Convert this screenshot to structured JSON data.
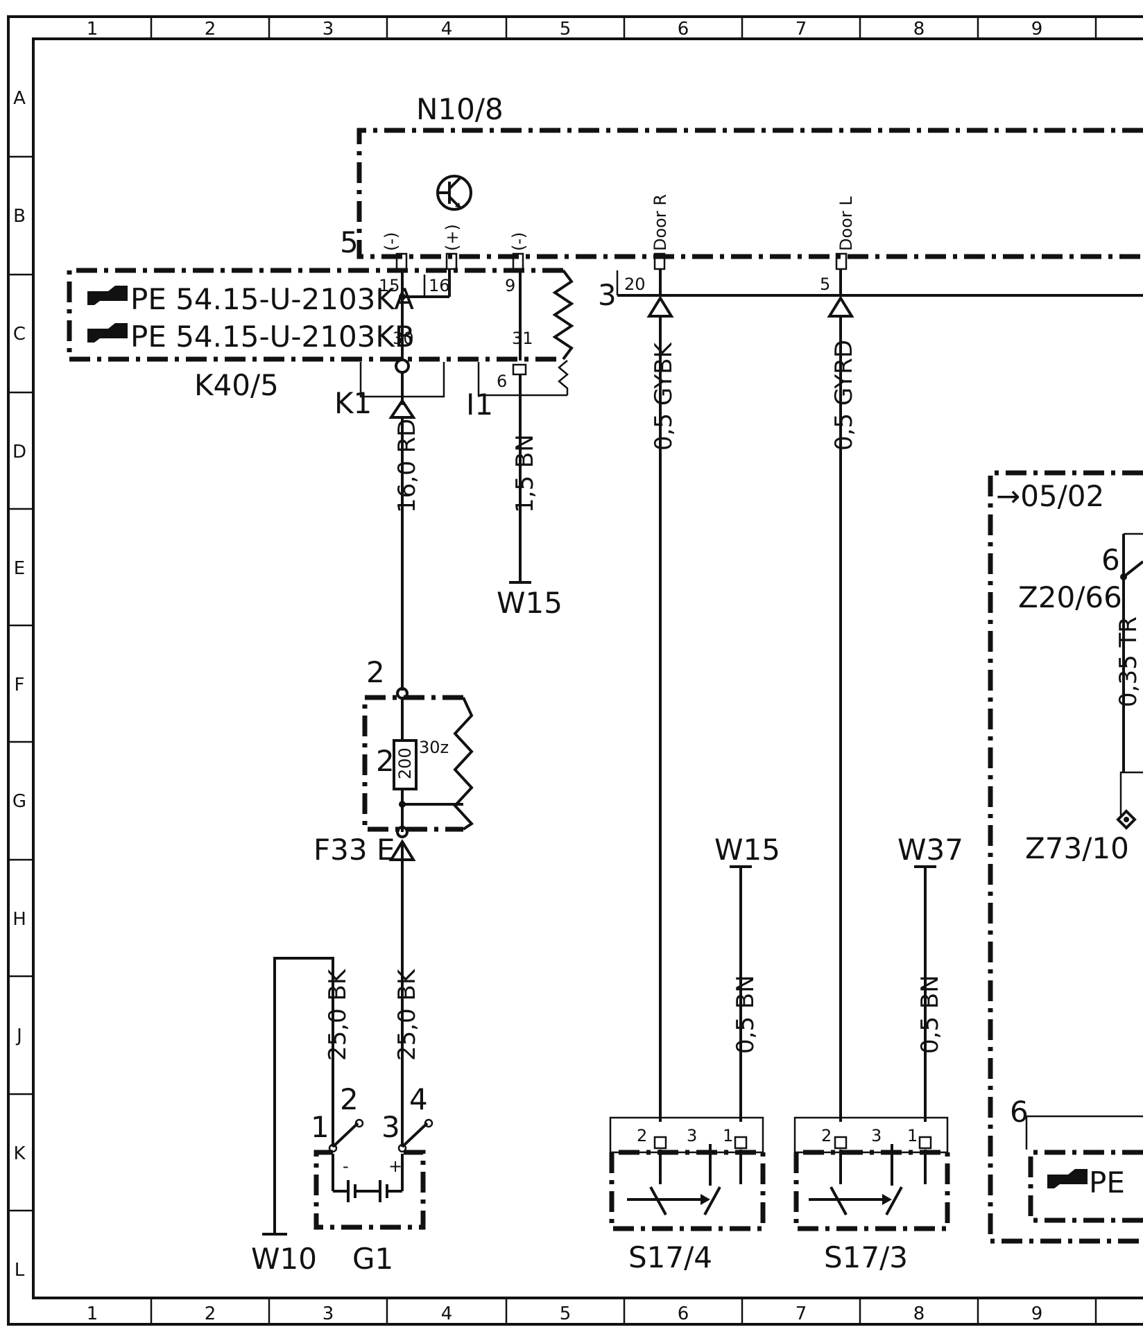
{
  "grid": {
    "columns": [
      "1",
      "2",
      "3",
      "4",
      "5",
      "6",
      "7",
      "8",
      "9"
    ],
    "rows": [
      "A",
      "B",
      "C",
      "D",
      "E",
      "F",
      "G",
      "H",
      "J",
      "K",
      "L"
    ]
  },
  "components": {
    "n10_8": "N10/8",
    "k40_5": "K40/5",
    "pe_a": "PE 54.15-U-2103KA",
    "pe_b": "PE 54.15-U-2103KB",
    "pe_c": "PE",
    "k1": "K1",
    "i1": "I1",
    "w15_top": "W15",
    "w15_mid": "W15",
    "w37": "W37",
    "w10": "W10",
    "g1": "G1",
    "f33e": "F33 E",
    "s17_4": "S17/4",
    "s17_3": "S17/3",
    "ref_05_02": "→05/02",
    "z20_66": "Z20/66",
    "z73_10": "Z73/10"
  },
  "pins": {
    "n5": "5",
    "neg1": "(-)",
    "pos": "(+)",
    "neg2": "(-)",
    "door_r": "Door R",
    "door_l": "Door L",
    "p15": "15",
    "p16": "16",
    "p9": "9",
    "p30": "30",
    "p31": "31",
    "p6": "6",
    "p3": "3",
    "p20": "20",
    "p5": "5",
    "f2top": "2",
    "f2left": "2",
    "f200": "200",
    "f30z": "30z",
    "g1": "1",
    "g2": "2",
    "g3": "3",
    "g4": "4",
    "gminus": "-",
    "gplus": "+",
    "s4_2": "2",
    "s4_3": "3",
    "s4_1": "1",
    "s3_2": "2",
    "s3_3": "3",
    "s3_1": "1",
    "z6": "6",
    "k6": "6"
  },
  "wires": {
    "rd16": "16,0  RD",
    "bn15": "1,5  BN",
    "gybk": "0,5  GYBK",
    "gyrd": "0,5  GYRD",
    "tr035": "0,35  TR",
    "bk25a": "25,0  BK",
    "bk25b": "25,0  BK",
    "bn05a": "0,5  BN",
    "bn05b": "0,5  BN"
  }
}
